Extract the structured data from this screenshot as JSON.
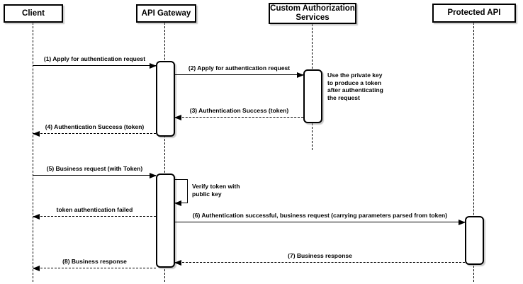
{
  "diagram": {
    "type": "sequence-diagram",
    "actors": [
      {
        "name": "Client"
      },
      {
        "name": "API Gateway"
      },
      {
        "name": "Custom Authorization Services"
      },
      {
        "name": "Protected API"
      }
    ],
    "messages": [
      {
        "label": "(1) Apply for authentication request",
        "from": "Client",
        "to": "API Gateway",
        "style": "solid"
      },
      {
        "label": "(2) Apply for authentication request",
        "from": "API Gateway",
        "to": "Custom Authorization Services",
        "style": "solid"
      },
      {
        "label": "(3) Authentication Success (token)",
        "from": "Custom Authorization Services",
        "to": "API Gateway",
        "style": "dashed"
      },
      {
        "label": "(4) Authentication Success (token)",
        "from": "API Gateway",
        "to": "Client",
        "style": "dashed"
      },
      {
        "label": "(5) Business request (with Token)",
        "from": "Client",
        "to": "API Gateway",
        "style": "solid"
      },
      {
        "label": "Verify token with public key",
        "from": "API Gateway",
        "to": "API Gateway",
        "style": "self"
      },
      {
        "label": "token authentication failed",
        "from": "API Gateway",
        "to": "Client",
        "style": "dashed"
      },
      {
        "label": "(6) Authentication successful, business request (carrying parameters parsed from token)",
        "from": "API Gateway",
        "to": "Protected API",
        "style": "solid"
      },
      {
        "label": "(7) Business response",
        "from": "Protected API",
        "to": "API Gateway",
        "style": "dashed"
      },
      {
        "label": "(8) Business response",
        "from": "API Gateway",
        "to": "Client",
        "style": "dashed"
      }
    ],
    "note": {
      "text": "Use the private key to produce a token after authenticating the request",
      "attached_to": "Custom Authorization Services"
    },
    "colors": {
      "line": "#000000",
      "fill": "#ffffff",
      "text": "#000000"
    }
  }
}
